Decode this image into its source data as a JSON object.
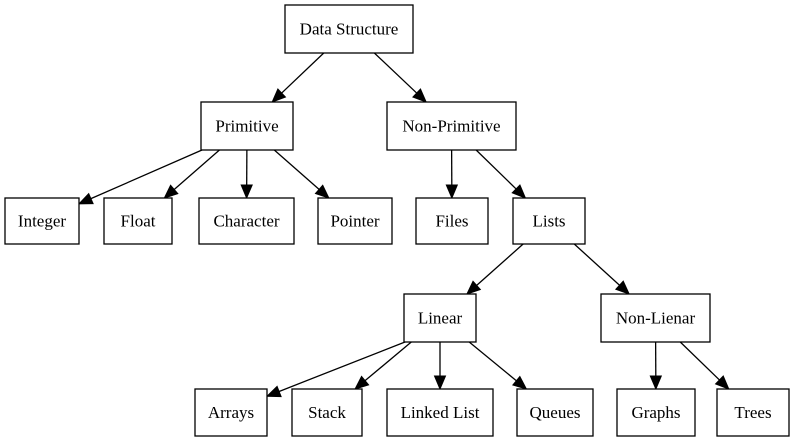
{
  "nodes": {
    "data_structure": "Data Structure",
    "primitive": "Primitive",
    "non_primitive": "Non-Primitive",
    "integer": "Integer",
    "float": "Float",
    "character": "Character",
    "pointer": "Pointer",
    "files": "Files",
    "lists": "Lists",
    "linear": "Linear",
    "non_linear": "Non-Lienar",
    "arrays": "Arrays",
    "stack": "Stack",
    "linked_list": "Linked List",
    "queues": "Queues",
    "graphs": "Graphs",
    "trees": "Trees"
  },
  "edges": [
    [
      "data_structure",
      "primitive"
    ],
    [
      "data_structure",
      "non_primitive"
    ],
    [
      "primitive",
      "integer"
    ],
    [
      "primitive",
      "float"
    ],
    [
      "primitive",
      "character"
    ],
    [
      "primitive",
      "pointer"
    ],
    [
      "non_primitive",
      "files"
    ],
    [
      "non_primitive",
      "lists"
    ],
    [
      "lists",
      "linear"
    ],
    [
      "lists",
      "non_linear"
    ],
    [
      "linear",
      "arrays"
    ],
    [
      "linear",
      "stack"
    ],
    [
      "linear",
      "linked_list"
    ],
    [
      "linear",
      "queues"
    ],
    [
      "non_linear",
      "graphs"
    ],
    [
      "non_linear",
      "trees"
    ]
  ]
}
